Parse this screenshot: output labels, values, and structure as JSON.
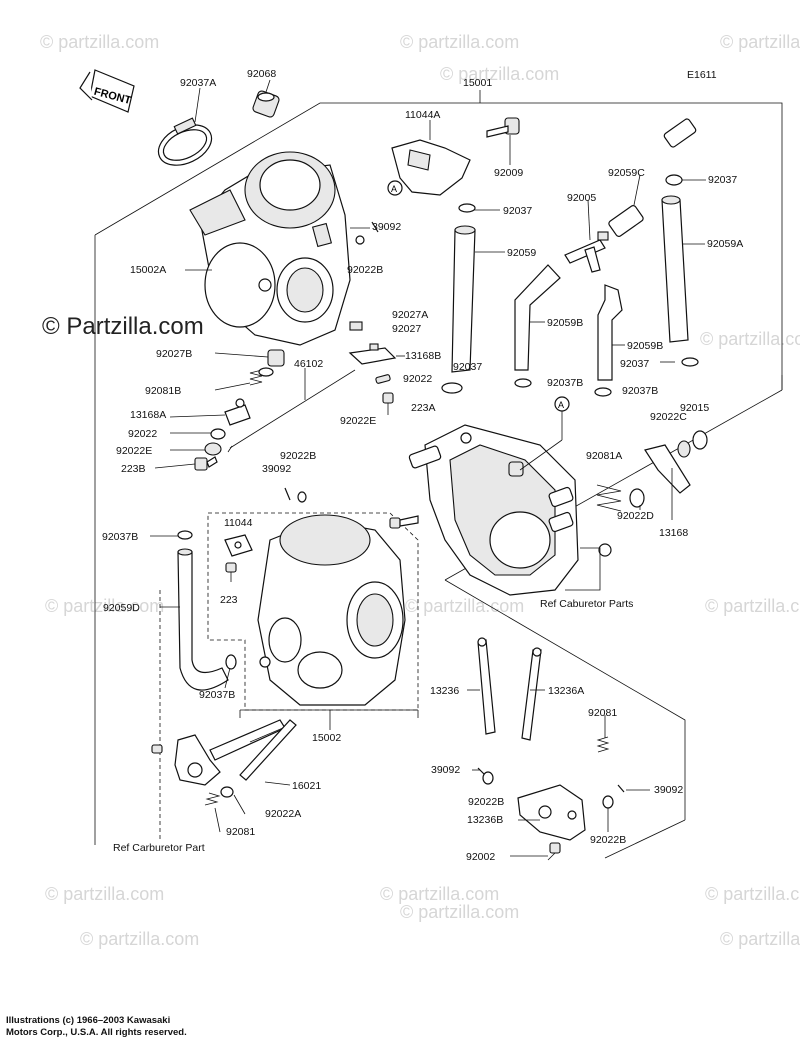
{
  "diagram_code": "E1611",
  "front_label": "FRONT",
  "copyright": {
    "line1": "Illustrations (c) 1966–2003 Kawasaki",
    "line2": "Motors Corp., U.S.A.  All rights reserved."
  },
  "watermarks": {
    "brand": "© partzilla.com",
    "main": "© Partzilla.com"
  },
  "notes": {
    "ref_carb_parts": "Ref Caburetor Parts",
    "ref_carb_part": "Ref Carburetor Part"
  },
  "callouts": {
    "c92037A": "92037A",
    "c92068": "92068",
    "c15001": "15001",
    "c11044A": "11044A",
    "c92009": "92009",
    "c92059C": "92059C",
    "c92037_tr": "92037",
    "c92005": "92005",
    "c92037_top": "92037",
    "c39092_top": "39092",
    "c15002A": "15002A",
    "c92022B_top": "92022B",
    "c92059": "92059",
    "c92059A": "92059A",
    "c92027A": "92027A",
    "c92027": "92027",
    "c92027B": "92027B",
    "c92059B_a": "92059B",
    "c92059B_b": "92059B",
    "c13168B": "13168B",
    "c92081B": "92081B",
    "c46102": "46102",
    "c92037_mid": "92037",
    "c92037_right": "92037",
    "c92022_mid": "92022",
    "c92037B_a": "92037B",
    "c92037B_b": "92037B",
    "c13168A": "13168A",
    "c92022E_a": "92022E",
    "c223A": "223A",
    "c92022C": "92022C",
    "c92015": "92015",
    "c92022_left": "92022",
    "c92022E_b": "92022E",
    "c223B": "223B",
    "c92022B_mid": "92022B",
    "c39092_mid": "39092",
    "c92081A": "92081A",
    "c92022D": "92022D",
    "c13168": "13168",
    "c11044": "11044",
    "c92037B_left": "92037B",
    "c223": "223",
    "c92059D": "92059D",
    "c92037B_low": "92037B",
    "c15002": "15002",
    "c13236": "13236",
    "c13236A": "13236A",
    "c92081_r": "92081",
    "c16021": "16021",
    "c39092_low": "39092",
    "c39092_lowr": "39092",
    "c92022B_low": "92022B",
    "c92022A": "92022A",
    "c13236B": "13236B",
    "c92022B_lowr": "92022B",
    "c92081_low": "92081",
    "c92002": "92002",
    "marker_A": "A"
  }
}
